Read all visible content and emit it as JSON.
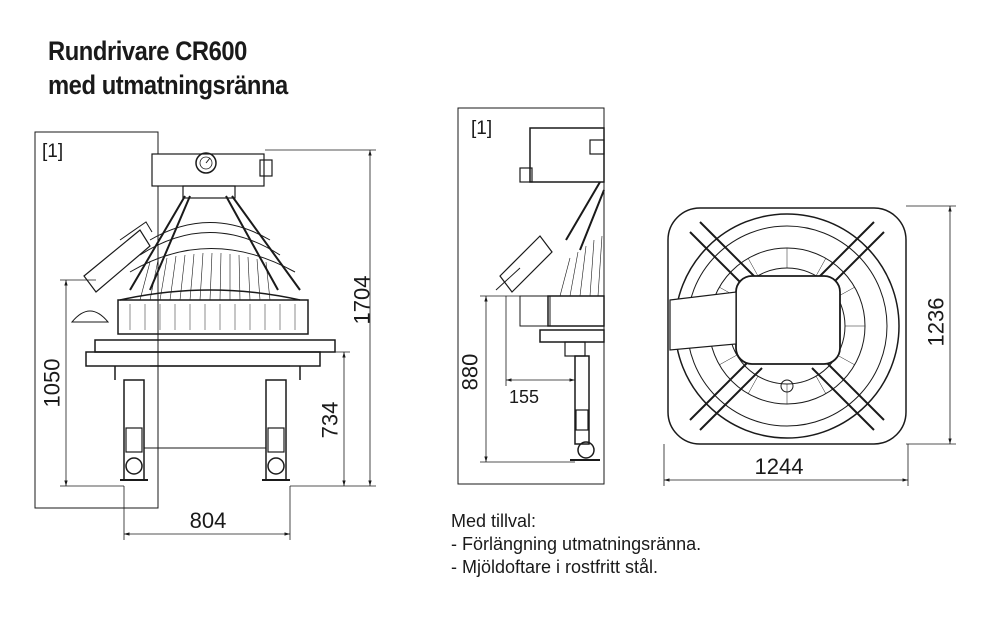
{
  "title": {
    "line1": "Rundrivare CR600",
    "line2": "med utmatningsränna"
  },
  "views": {
    "front": {
      "ref_label": "[1]",
      "dim_total_height": "1704",
      "dim_chute_height": "1050",
      "dim_frame_height": "734",
      "dim_width": "804"
    },
    "side": {
      "ref_label": "[1]",
      "dim_chute_height": "880",
      "dim_overhang": "155"
    },
    "top": {
      "dim_depth": "1236",
      "dim_width": "1244"
    }
  },
  "notes": {
    "heading": "Med tillval:",
    "items": [
      "- Förlängning utmatningsränna.",
      "- Mjöldoftare i rostfritt stål."
    ]
  }
}
